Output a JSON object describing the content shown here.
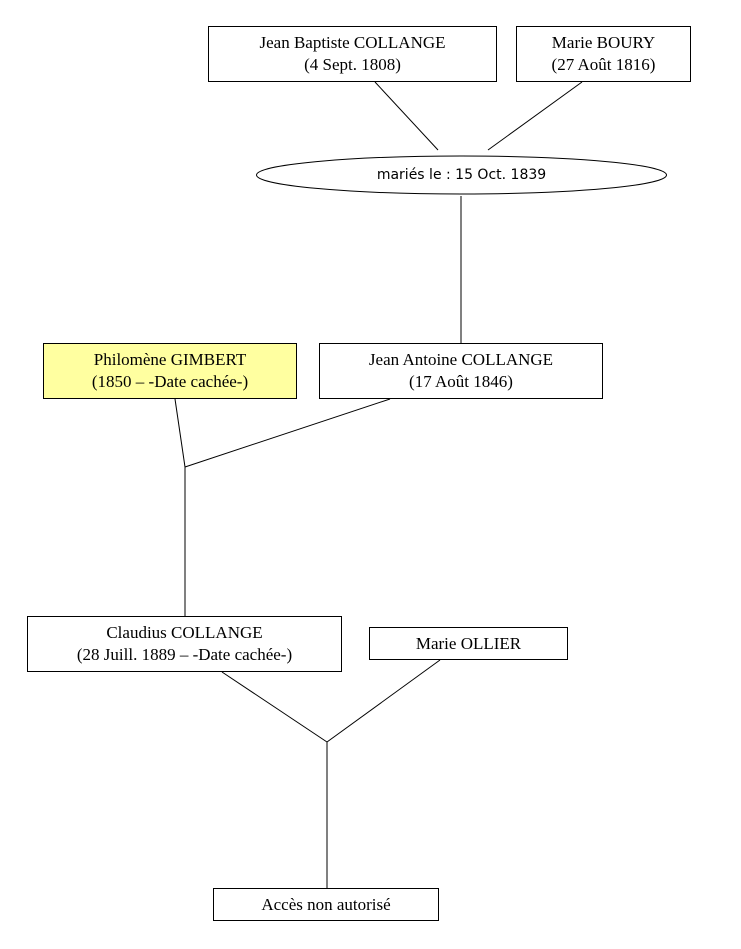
{
  "colors": {
    "highlight_background": "#ffffa0",
    "box_border": "#000000",
    "line": "#000000"
  },
  "people": {
    "jean_baptiste": {
      "name": "Jean Baptiste COLLANGE",
      "date": "(4 Sept. 1808)"
    },
    "marie_boury": {
      "name": "Marie BOURY",
      "date": "(27 Août 1816)"
    },
    "philomene": {
      "name": "Philomène GIMBERT",
      "date": "(1850 – -Date cachée-)",
      "highlighted": true
    },
    "jean_antoine": {
      "name": "Jean Antoine COLLANGE",
      "date": "(17 Août 1846)"
    },
    "claudius": {
      "name": "Claudius COLLANGE",
      "date": "(28 Juill. 1889 – -Date cachée-)"
    },
    "marie_ollier": {
      "name": "Marie OLLIER"
    },
    "acces": {
      "label": "Accès non autorisé"
    }
  },
  "marriage": {
    "label": "mariés le : 15 Oct. 1839"
  }
}
